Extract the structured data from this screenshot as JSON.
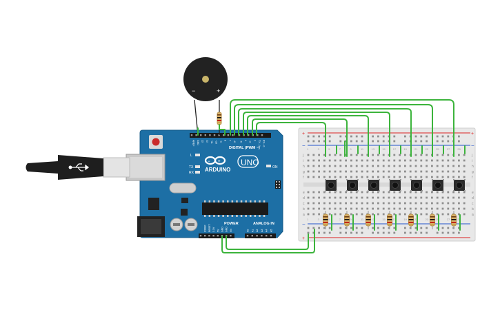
{
  "buzzer": {
    "minus_label": "−",
    "plus_label": "+"
  },
  "arduino": {
    "logo_text": "ARDUINO",
    "model_text": "UNO",
    "digital_label": "DIGITAL (PWM ~)",
    "power_label": "POWER",
    "analog_label": "ANALOG IN",
    "on_label": "ON",
    "tx_label": "TX",
    "rx_label": "RX",
    "l_label": "L",
    "header_top_labels": [
      "AREF",
      "GND",
      "13",
      "12",
      "~11",
      "~10",
      "~9",
      "8",
      "7",
      "~6",
      "~5",
      "4",
      "~3",
      "2",
      "TX→1",
      "RX←0"
    ],
    "power_pin_labels": [
      "IOREF",
      "RESET",
      "3.3V",
      "5V",
      "GND",
      "GND",
      "Vin"
    ],
    "analog_pin_labels": [
      "A0",
      "A1",
      "A2",
      "A3",
      "A4",
      "A5"
    ]
  },
  "breadboard": {
    "rail_minus": "−",
    "rail_plus": "+",
    "row_letters_top": [
      "j",
      "i",
      "h",
      "g",
      "f"
    ],
    "row_letters_bottom": [
      "e",
      "d",
      "c",
      "b",
      "a"
    ],
    "column_numbers": [
      "1",
      "3",
      "5",
      "7",
      "9",
      "11",
      "13",
      "15",
      "17",
      "19",
      "21",
      "23",
      "25",
      "27",
      "29"
    ]
  },
  "colors": {
    "board": "#1d6fa5",
    "wire": "#3cb43c",
    "breadboard": "#e6e6e6",
    "rail_red": "#d22",
    "rail_blue": "#2255cc",
    "resistor": "#d9b26b"
  }
}
